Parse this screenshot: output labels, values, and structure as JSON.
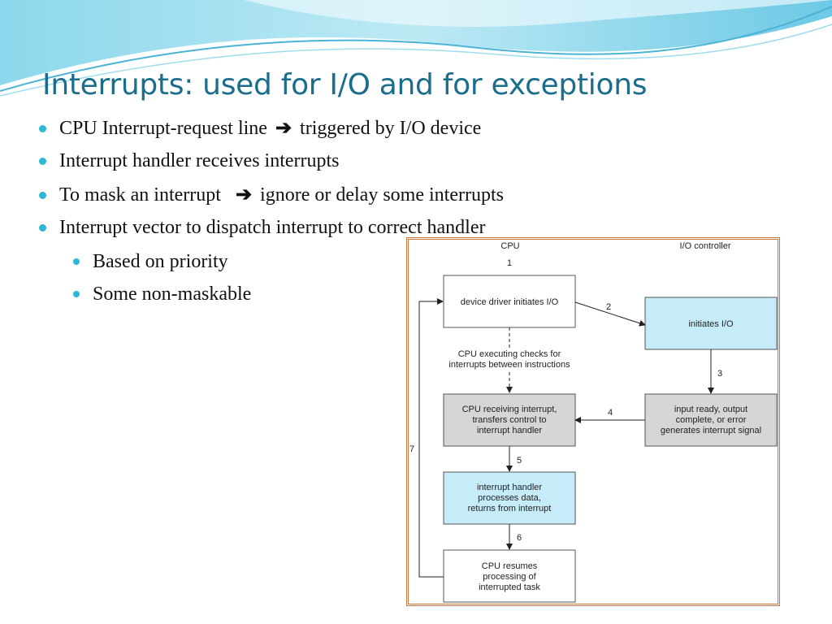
{
  "slide": {
    "title": "Interrupts: used for I/O and for exceptions",
    "bullets": [
      {
        "level": 1,
        "text_before": "CPU  Interrupt-request line",
        "arrow_icon": "arrow-right-icon",
        "text_after": "triggered by I/O device"
      },
      {
        "level": 1,
        "text": "Interrupt handler receives interrupts"
      },
      {
        "level": 1,
        "text_before": "To mask an interrupt",
        "arrow_icon": "arrow-right-icon",
        "text_after": "ignore or delay some interrupts"
      },
      {
        "level": 1,
        "text": "Interrupt vector to dispatch interrupt to correct handler"
      },
      {
        "level": 2,
        "text": "Based on priority"
      },
      {
        "level": 2,
        "text": "Some non-maskable"
      }
    ]
  },
  "diagram": {
    "columns": {
      "cpu": "CPU",
      "io": "I/O controller"
    },
    "steps": {
      "s1": "1",
      "s2": "2",
      "s3": "3",
      "s4": "4",
      "s5": "5",
      "s6": "6",
      "s7": "7"
    },
    "boxes": {
      "device_driver": [
        "device driver initiates I/O"
      ],
      "initiates_io": [
        "initiates I/O"
      ],
      "cpu_receiving": [
        "CPU receiving interrupt,",
        "transfers control to",
        "interrupt handler"
      ],
      "input_ready": [
        "input ready, output",
        "complete, or error",
        "generates interrupt signal"
      ],
      "handler": [
        "interrupt handler",
        "processes data,",
        "returns from interrupt"
      ],
      "resumes": [
        "CPU resumes",
        "processing of",
        "interrupted task"
      ]
    },
    "note": [
      "CPU executing checks for",
      "interrupts between instructions"
    ]
  },
  "colors": {
    "title": "#1a6e8c",
    "bullet": "#2db7d6",
    "box_white": "#ffffff",
    "box_gray": "#d6d6d6",
    "box_blue": "#c7ecf9",
    "frame": "#c8763a"
  }
}
